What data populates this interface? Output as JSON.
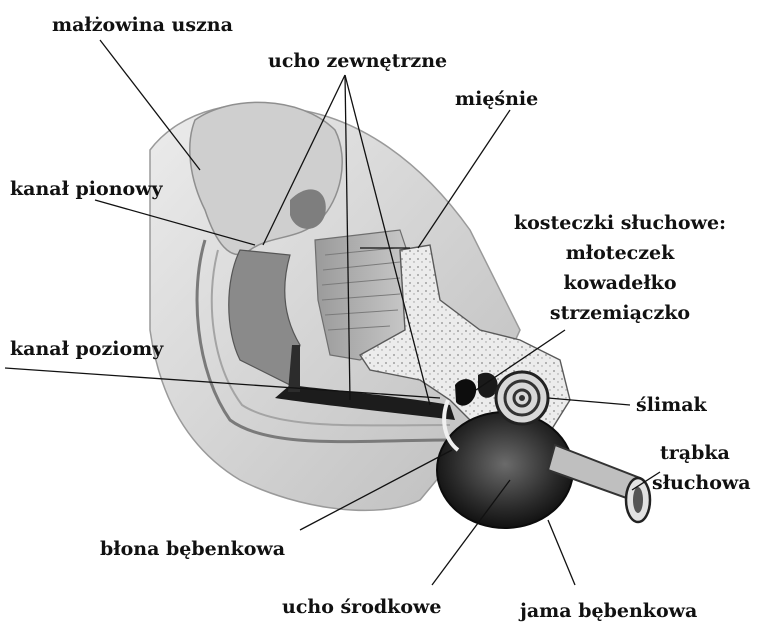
{
  "labels": {
    "malzowina_uszna": "małżowina uszna",
    "ucho_zewnetrzne": "ucho zewnętrzne",
    "miesnie": "mięśnie",
    "kanal_pionowy": "kanał pionowy",
    "kosteczki": "kosteczki słuchowe:",
    "mloteczek": "młoteczek",
    "kowadelko": "kowadełko",
    "strzemiaczko": "strzemiączko",
    "kanal_poziomy": "kanał poziomy",
    "slimak": "ślimak",
    "trabka_line1": "trąbka",
    "trabka_line2": "słuchowa",
    "blona": "błona bębenkowa",
    "ucho_srodkowe": "ucho środkowe",
    "jama": "jama bębenkowa"
  },
  "colors": {
    "ink": "#111111",
    "tissue_light": "#d6d6d6",
    "tissue_mid": "#a9a9a9",
    "tissue_dark": "#3a3a3a",
    "cavity": "#141414",
    "bone": "#e8e8e8"
  }
}
